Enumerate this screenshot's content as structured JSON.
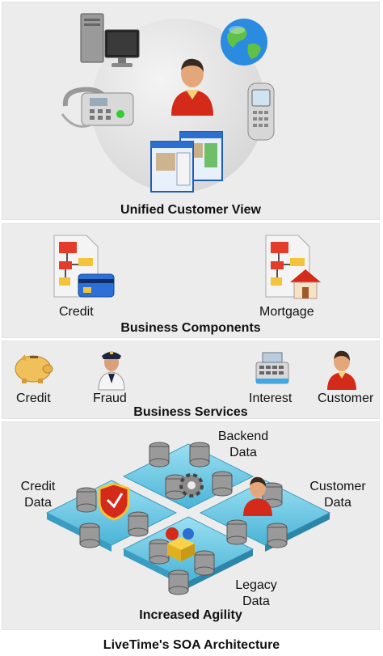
{
  "unified": {
    "title": "Unified Customer View"
  },
  "components": {
    "title": "Business Components",
    "items": [
      "Credit",
      "Mortgage"
    ]
  },
  "services": {
    "title": "Business Services",
    "items": [
      "Credit",
      "Fraud",
      "Interest",
      "Customer"
    ]
  },
  "agility": {
    "title": "Increased Agility",
    "labels": {
      "backend_1": "Backend",
      "backend_2": "Data",
      "credit_1": "Credit",
      "credit_2": "Data",
      "customer_1": "Customer",
      "customer_2": "Data",
      "legacy_1": "Legacy",
      "legacy_2": "Data"
    }
  },
  "footer": {
    "caption": "LiveTime's SOA Architecture"
  },
  "icons": [
    "desktop-computer-icon",
    "globe-icon",
    "person-icon",
    "telephone-icon",
    "mobile-phone-icon",
    "application-windows-icon",
    "flowchart-document-icon",
    "credit-card-icon",
    "house-icon",
    "piggy-bank-icon",
    "police-officer-icon",
    "cash-register-icon",
    "customer-person-icon",
    "database-stack-icon",
    "shield-icon",
    "gear-icon",
    "cube-icon"
  ],
  "colors": {
    "panel": "#ececec",
    "platform": "#6cc7e3",
    "person_shirt": "#d42a1a",
    "flowchart_red": "#e53b2a",
    "flowchart_yellow": "#f2c33b"
  }
}
